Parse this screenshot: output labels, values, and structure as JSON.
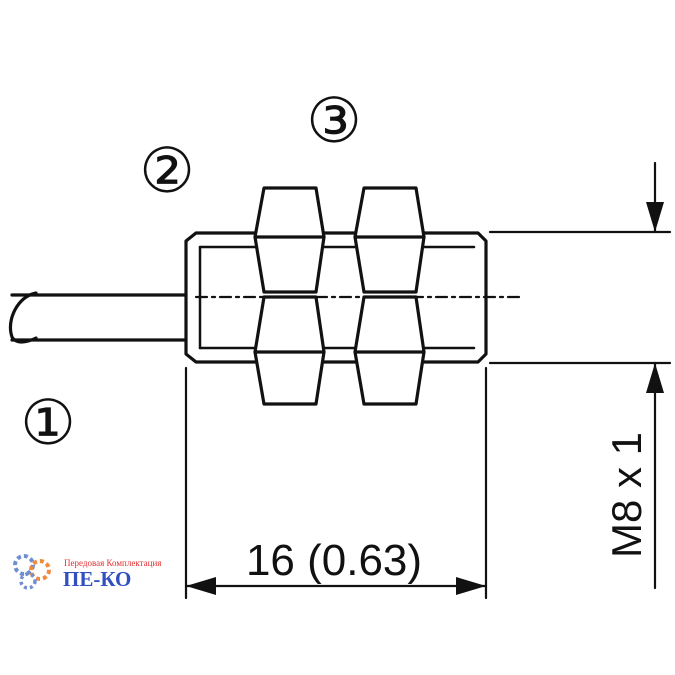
{
  "callouts": {
    "cable": "①",
    "housing": "②",
    "nuts": "③"
  },
  "dimensions": {
    "length": "16 (0.63)",
    "thread": "M8 x 1"
  },
  "watermark": {
    "tagline": "Передовая Комплектация",
    "name": "ПЕ-КО",
    "colors": {
      "gear_blue": "#6f8fd0",
      "gear_orange": "#f08a3c",
      "text_red": "#e03030",
      "text_blue": "#3050c0"
    }
  },
  "colors": {
    "line": "#111111",
    "background": "#ffffff"
  }
}
